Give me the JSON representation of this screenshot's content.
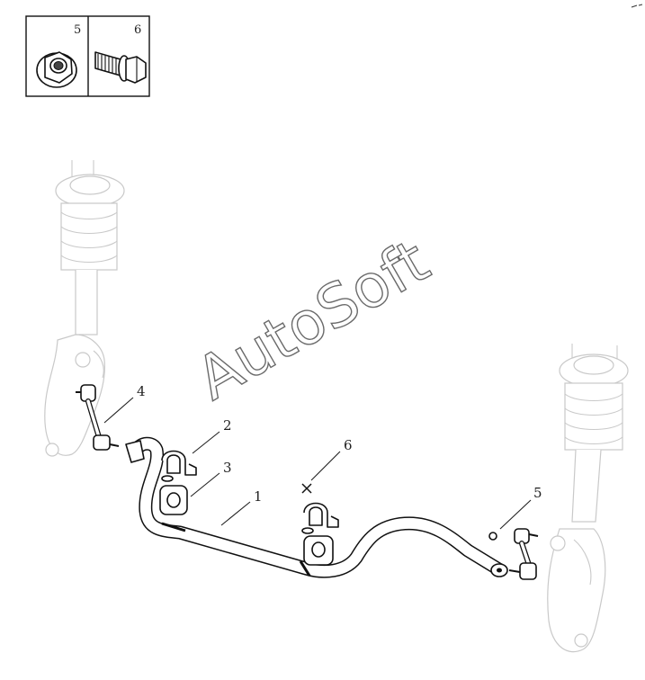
{
  "inset": {
    "cells": [
      {
        "number": "5",
        "icon": "flange-nut-icon"
      },
      {
        "number": "6",
        "icon": "flange-bolt-icon"
      }
    ]
  },
  "callouts": {
    "c1": "1",
    "c2": "2",
    "c3": "3",
    "c4": "4",
    "c5": "5",
    "c6": "6"
  },
  "watermark": "AutoSoft",
  "colors": {
    "line": "#111111",
    "ghost": "#c9c9c9",
    "background": "#ffffff",
    "watermark_stroke": "#6a6a6a"
  }
}
